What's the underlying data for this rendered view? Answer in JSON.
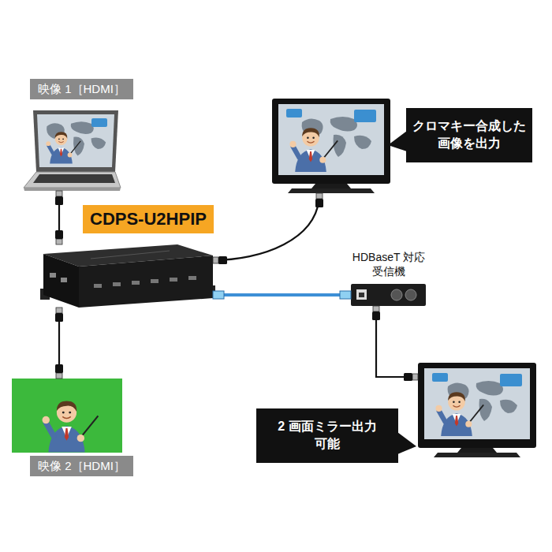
{
  "diagram": {
    "nodes": [
      {
        "text": [
          "映像 1［HDMI］"
        ]
      },
      {
        "text": [
          "CDPS-U2HPIP"
        ]
      },
      {
        "text": [
          "クロマキー合成した 画像を出力"
        ]
      },
      {
        "text": [
          "HDBaseT 対応 受信機"
        ]
      },
      {
        "text": [
          "2 画面ミラー出力 可能"
        ]
      },
      {
        "text": [
          "映像 2［HDMI］"
        ]
      }
    ],
    "edges": [
      {
        "from": 0,
        "to": 1,
        "arrow": "none"
      },
      {
        "from": 1,
        "to": 2,
        "arrow": "none"
      },
      {
        "from": 1,
        "to": 3,
        "arrow": "none"
      },
      {
        "from": 3,
        "to": 4,
        "arrow": "none"
      },
      {
        "from": 5,
        "to": 1,
        "arrow": "none"
      }
    ]
  }
}
